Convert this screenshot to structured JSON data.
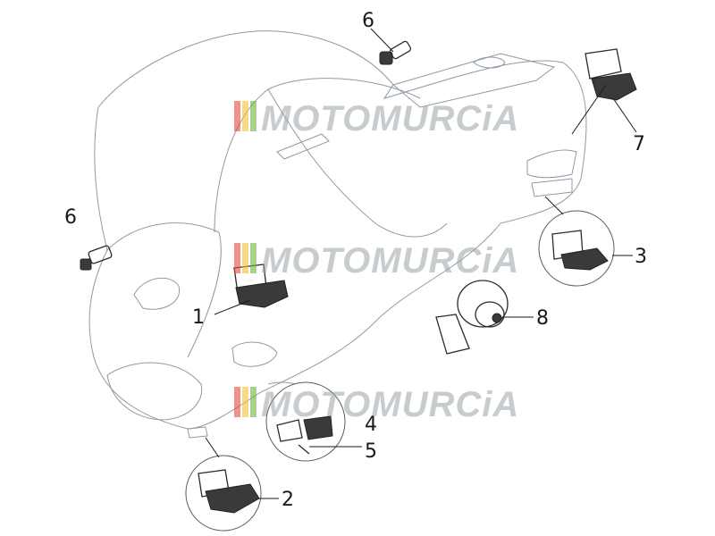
{
  "watermark": {
    "brand": "MOTOMURCiA",
    "colors": [
      "#e84a3b",
      "#f2c230",
      "#6db33f"
    ]
  },
  "callouts": [
    {
      "id": "c6a",
      "label": "6"
    },
    {
      "id": "c6b",
      "label": "6"
    },
    {
      "id": "c7",
      "label": "7"
    },
    {
      "id": "c3",
      "label": "3"
    },
    {
      "id": "c1",
      "label": "1"
    },
    {
      "id": "c8",
      "label": "8"
    },
    {
      "id": "c4",
      "label": "4"
    },
    {
      "id": "c5",
      "label": "5"
    },
    {
      "id": "c2",
      "label": "2"
    }
  ]
}
